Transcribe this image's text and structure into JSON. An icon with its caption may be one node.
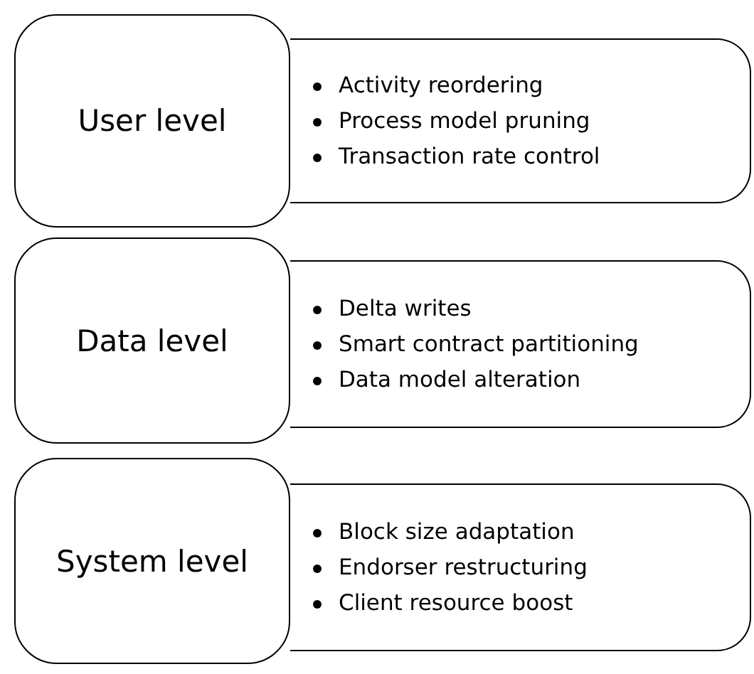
{
  "diagram": {
    "nodes": [
      {
        "text": [
          "User level"
        ]
      },
      {
        "text": [
          "Activity reordering",
          "Process model pruning",
          "Transaction rate control"
        ]
      },
      {
        "text": [
          "Data level"
        ]
      },
      {
        "text": [
          "Delta writes",
          "Smart contract partitioning",
          "Data model alteration"
        ]
      },
      {
        "text": [
          "System level"
        ]
      },
      {
        "text": [
          "Block size adaptation",
          "Endorser restructuring",
          "Client resource boost"
        ]
      }
    ]
  }
}
